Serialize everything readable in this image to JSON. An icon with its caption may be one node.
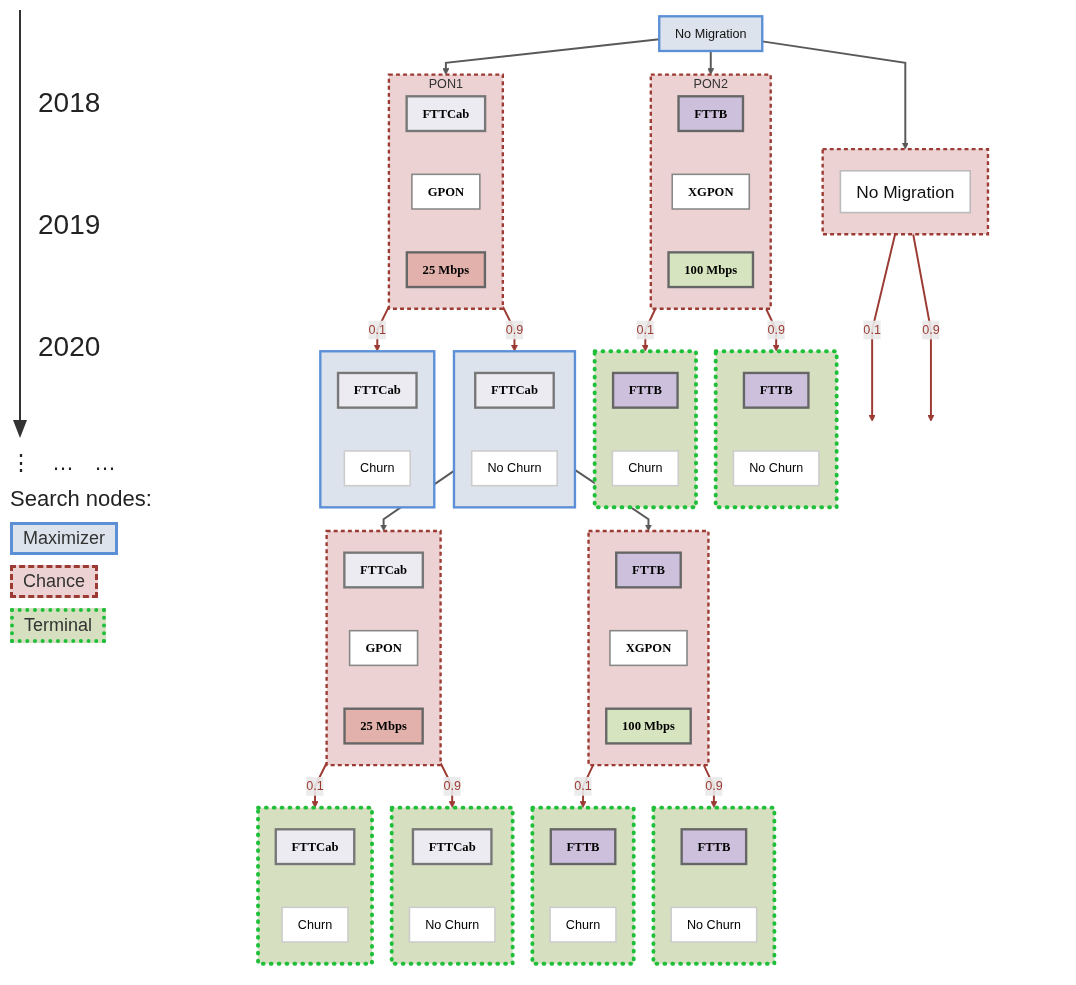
{
  "diagram": {
    "nodes": [
      {
        "text": [
          "No Migration"
        ]
      },
      {
        "text": [],
        "shape": "box"
      },
      {
        "text": [
          "No Migration"
        ],
        "in": 1
      },
      {
        "text": [
          "PON1"
        ]
      },
      {
        "text": [
          "FTTCab"
        ],
        "in": 3
      },
      {
        "text": [
          "GPON"
        ],
        "in": 3
      },
      {
        "text": [
          "25 Mbps"
        ],
        "in": 3
      },
      {
        "text": [
          "PON2"
        ]
      },
      {
        "text": [
          "FTTB"
        ],
        "in": 7
      },
      {
        "text": [
          "XGPON"
        ],
        "in": 7
      },
      {
        "text": [
          "100 Mbps"
        ],
        "in": 7
      },
      {
        "text": [],
        "shape": "box"
      },
      {
        "text": [
          "FTTCab"
        ],
        "in": 11
      },
      {
        "text": [
          "Churn"
        ],
        "in": 11
      },
      {
        "text": [],
        "shape": "box"
      },
      {
        "text": [
          "FTTCab"
        ],
        "in": 14
      },
      {
        "text": [
          "No Churn"
        ],
        "in": 14
      },
      {
        "text": [],
        "shape": "box"
      },
      {
        "text": [
          "FTTB"
        ],
        "in": 17
      },
      {
        "text": [
          "Churn"
        ],
        "in": 17
      },
      {
        "text": [],
        "shape": "box"
      },
      {
        "text": [
          "FTTB"
        ],
        "in": 20
      },
      {
        "text": [
          "No Churn"
        ],
        "in": 20
      },
      {
        "text": [],
        "shape": "box"
      },
      {
        "text": [
          "FTTCab"
        ],
        "in": 23
      },
      {
        "text": [
          "GPON"
        ],
        "in": 23
      },
      {
        "text": [
          "25 Mbps"
        ],
        "in": 23
      },
      {
        "text": [],
        "shape": "box"
      },
      {
        "text": [
          "FTTB"
        ],
        "in": 27
      },
      {
        "text": [
          "XGPON"
        ],
        "in": 27
      },
      {
        "text": [
          "100 Mbps"
        ],
        "in": 27
      },
      {
        "text": [],
        "shape": "box"
      },
      {
        "text": [
          "FTTCab"
        ],
        "in": 31
      },
      {
        "text": [
          "Churn"
        ],
        "in": 31
      },
      {
        "text": [],
        "shape": "box"
      },
      {
        "text": [
          "FTTCab"
        ],
        "in": 34
      },
      {
        "text": [
          "No Churn"
        ],
        "in": 34
      },
      {
        "text": [],
        "shape": "box"
      },
      {
        "text": [
          "FTTB"
        ],
        "in": 37
      },
      {
        "text": [
          "Churn"
        ],
        "in": 37
      },
      {
        "text": [],
        "shape": "box"
      },
      {
        "text": [
          "FTTB"
        ],
        "in": 40
      },
      {
        "text": [
          "No Churn"
        ],
        "in": 40
      }
    ],
    "edges": [
      {
        "from": 0,
        "to": 1,
        "arrow": "to",
        "color": "#595959"
      },
      {
        "from": 0,
        "to": 3,
        "arrow": "to",
        "color": "#595959"
      },
      {
        "from": 0,
        "to": 7,
        "arrow": "to",
        "color": "#595959"
      },
      {
        "from": 1,
        "to": null,
        "arrow": "to",
        "label": "0.1"
      },
      {
        "from": 1,
        "to": null,
        "arrow": "to",
        "label": "0.9"
      },
      {
        "from": 3,
        "to": 11,
        "arrow": "to",
        "label": "0.1"
      },
      {
        "from": 3,
        "to": 14,
        "arrow": "to",
        "label": "0.9"
      },
      {
        "from": 7,
        "to": 17,
        "arrow": "to",
        "label": "0.1"
      },
      {
        "from": 7,
        "to": 20,
        "arrow": "to",
        "label": "0.9"
      },
      {
        "from": 14,
        "to": 23,
        "arrow": "to",
        "color": "#595959"
      },
      {
        "from": 14,
        "to": 27,
        "arrow": "to",
        "color": "#595959"
      },
      {
        "from": 23,
        "to": 31,
        "arrow": "to",
        "label": "0.1"
      },
      {
        "from": 23,
        "to": 34,
        "arrow": "to",
        "label": "0.9"
      },
      {
        "from": 27,
        "to": 37,
        "arrow": "to",
        "label": "0.1"
      },
      {
        "from": 27,
        "to": 40,
        "arrow": "to",
        "label": "0.9"
      }
    ],
    "labels": [
      "2018",
      "2019",
      "2020",
      "⋮",
      "…",
      "…",
      "Search nodes:"
    ],
    "legend": [
      {
        "text": "Maximizer"
      },
      {
        "text": "Chance"
      },
      {
        "text": "Terminal"
      }
    ]
  }
}
